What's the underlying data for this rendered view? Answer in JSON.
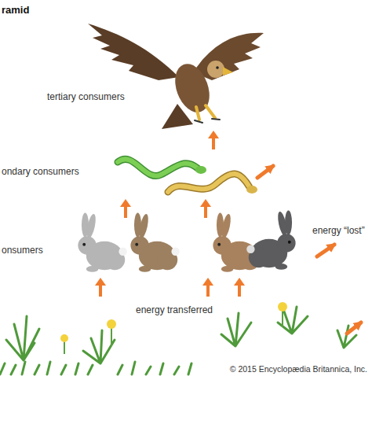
{
  "diagram": {
    "title": "ramid",
    "nodes": [
      {
        "text": [
          "tertiary consumers"
        ]
      },
      {
        "text": [
          "ondary consumers"
        ]
      },
      {
        "text": [
          "onsumers"
        ]
      },
      {
        "text": [
          "energy transferred"
        ]
      }
    ],
    "edges": [
      {
        "from": 3,
        "to": 2,
        "arrow": "to"
      },
      {
        "from": 3,
        "to": 2,
        "arrow": "to"
      },
      {
        "from": 3,
        "to": 2,
        "arrow": "to"
      },
      {
        "from": 2,
        "to": 1,
        "arrow": "to"
      },
      {
        "from": 2,
        "to": 1,
        "arrow": "to"
      },
      {
        "from": 1,
        "to": 0,
        "arrow": "to"
      }
    ],
    "labels": [
      "energy “lost”",
      "© 2015 Encyclopædia Britannica, Inc."
    ]
  }
}
